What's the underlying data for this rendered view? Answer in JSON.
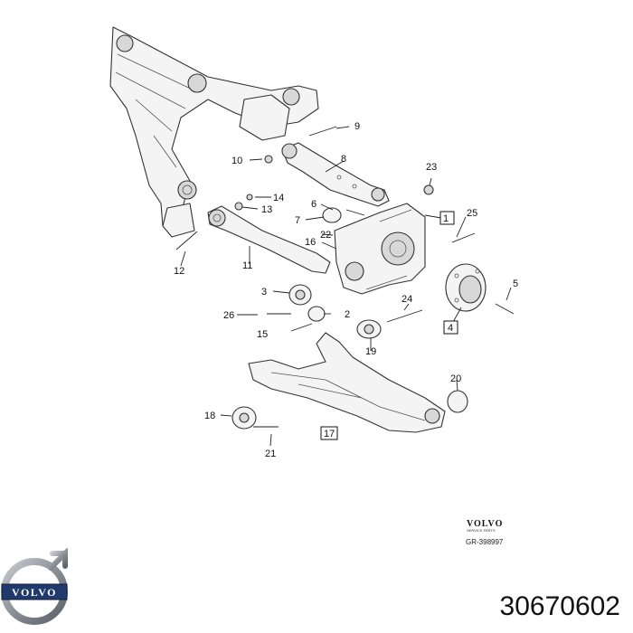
{
  "callouts": [
    "1",
    "2",
    "3",
    "4",
    "5",
    "6",
    "7",
    "8",
    "9",
    "10",
    "11",
    "12",
    "13",
    "14",
    "15",
    "16",
    "17",
    "18",
    "19",
    "20",
    "21",
    "22",
    "23",
    "24",
    "25",
    "26"
  ],
  "boxed_callouts": [
    "1",
    "4",
    "17"
  ],
  "brand": {
    "wordmark": "VOLVO",
    "sub": "SERVICE PARTS",
    "ref_code": "GR-398997",
    "logo_text": "VOLVO",
    "logo_icon": "volvo-iron-mark-icon"
  },
  "part_number": "30670602",
  "colors": {
    "line": "#333333",
    "logo_blue": "#1f3a6b",
    "logo_steel": "#8a8f96"
  }
}
